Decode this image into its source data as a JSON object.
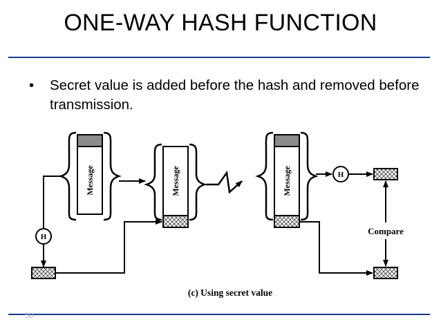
{
  "slide": {
    "title": "ONE-WAY HASH FUNCTION",
    "bullet": "Secret value is added before the hash and removed before transmission.",
    "page_number": "50"
  },
  "diagram": {
    "message_label": "Message",
    "hash_label": "H",
    "compare_label": "Compare",
    "caption": "(c) Using secret value"
  },
  "colors": {
    "rule": "#1a3a8a",
    "secret_block": "#8c8c8c",
    "hash_pattern": "#555555"
  }
}
